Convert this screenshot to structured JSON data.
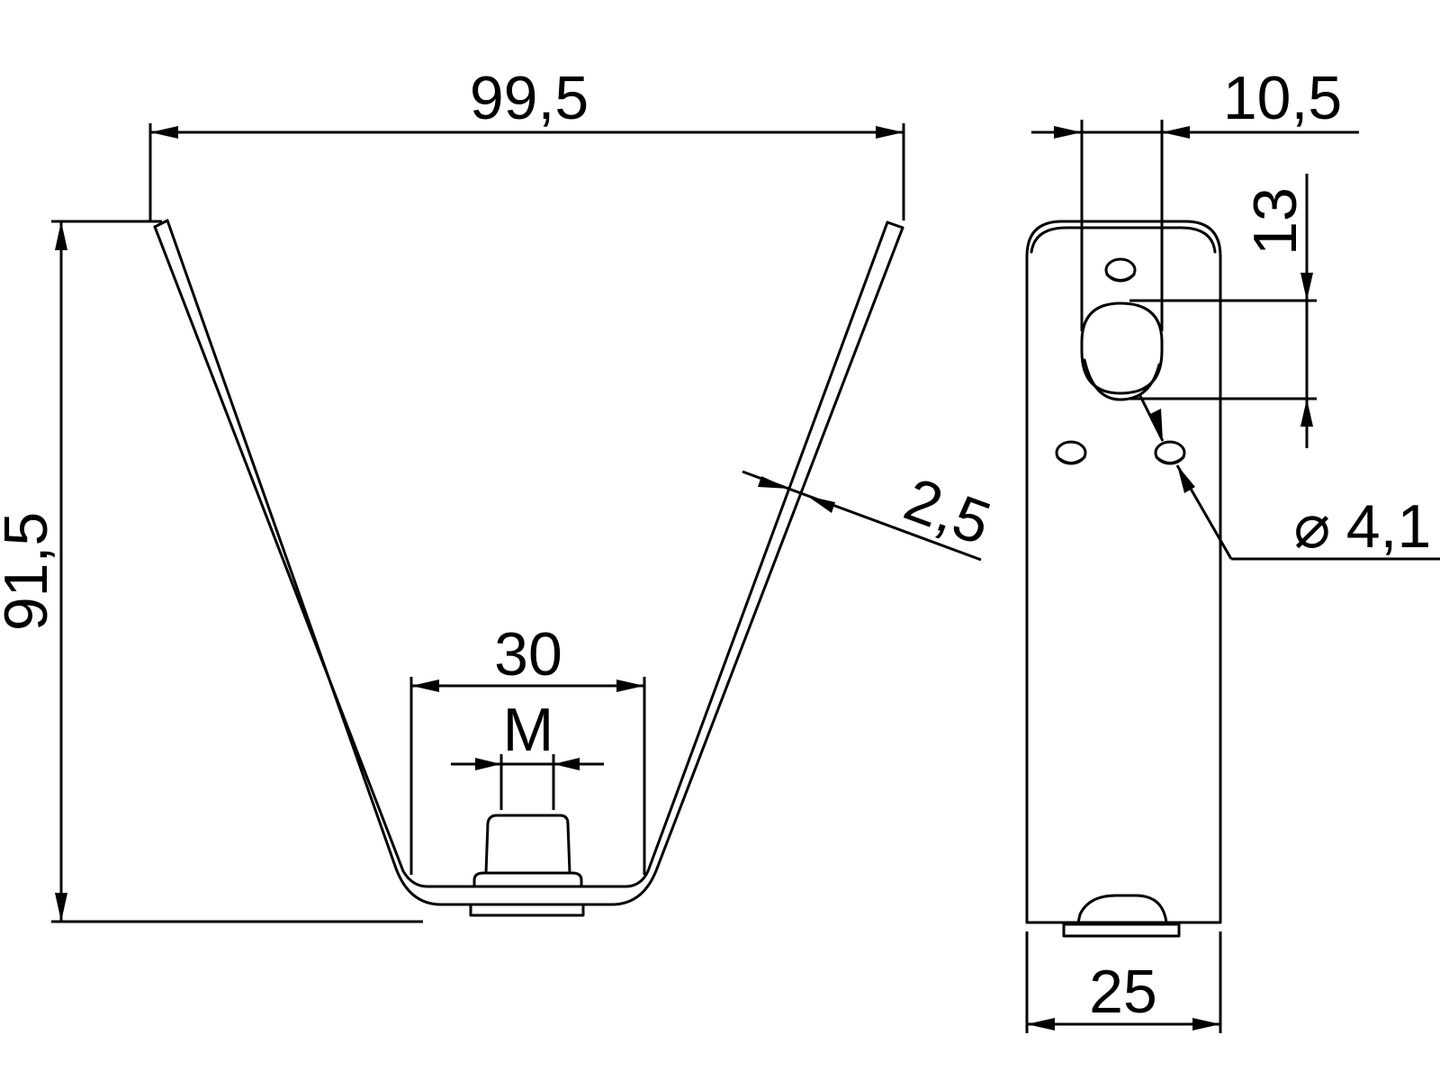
{
  "drawing": {
    "type": "technical-drawing",
    "subject": "V-shaped mounting bracket with threaded stud",
    "line_color": "#000000",
    "background": "#ffffff"
  },
  "front_view": {
    "dimensions": {
      "overall_width": "99,5",
      "overall_height": "91,5",
      "bottom_width": "30",
      "thread_size": "M",
      "material_thickness": "2,5"
    }
  },
  "side_view": {
    "dimensions": {
      "slot_width": "10,5",
      "slot_length": "13",
      "hole_diameter_symbol": "⌀",
      "hole_diameter": "4,1",
      "width": "25"
    }
  }
}
